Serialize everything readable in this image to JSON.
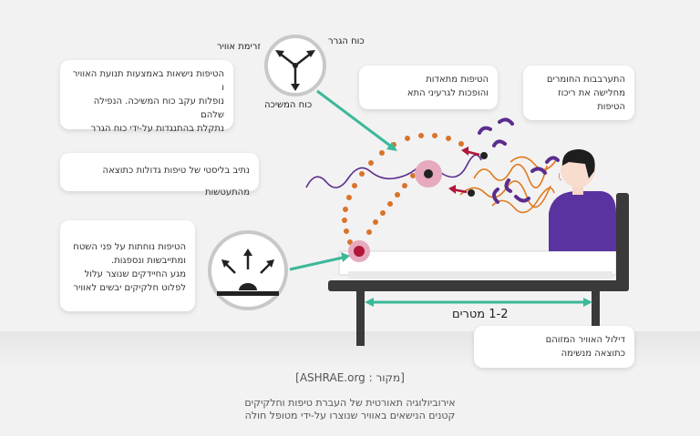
{
  "labels": {
    "friction_force": "כוח הגרר",
    "air_flow": "זרימת אוויר",
    "gravity": "כוח המשיכה",
    "distance": "1-2 מטרים"
  },
  "boxes": {
    "drops_air_flow": "הטיפות נישאות באמצעות תנועת האוויר ו\nנופלות עקב כוח המשיכה. הנפילה שלהם\nנתקלת בהתנגדות על-ידי כוח הגרר",
    "drops_evaporate": "הטיפות מתאדות\nוהופכות לגרעיני התא",
    "air_interference": "התערבבות החומרים\nמחלישה את ריכוז הטיפות",
    "ballistic_path": "נתיב בליסטי של טיפות גדולות כתוצאה מהתעטשות",
    "drops_land": "הטיפות נוחתות על פני השטח\nומתייבשות ונספגות.\nמגע החיידקים שנוצר עלול\nלפלוט חלקיקים יבשים לאוויר",
    "dilution": "דילול האוויר המזוהם\nכתוצאה מנשימה"
  },
  "source": "[מקור : ASHRAE.org]",
  "caption": "אירוביולוגיה תאורטית של העברת טיפות וחלקיקים\nקטנים הנישאים באוויר שנוצרו על-ידי מטופל חולה",
  "colors": {
    "droplet_path": "#d9732a",
    "arrow_teal": "#3cb89a",
    "mucus": "#e07a1f",
    "purple": "#5b2d8e",
    "droplet": "#b0163a",
    "patient_shirt": "#5a33a0",
    "bed_frame": "#3a3a3a"
  }
}
